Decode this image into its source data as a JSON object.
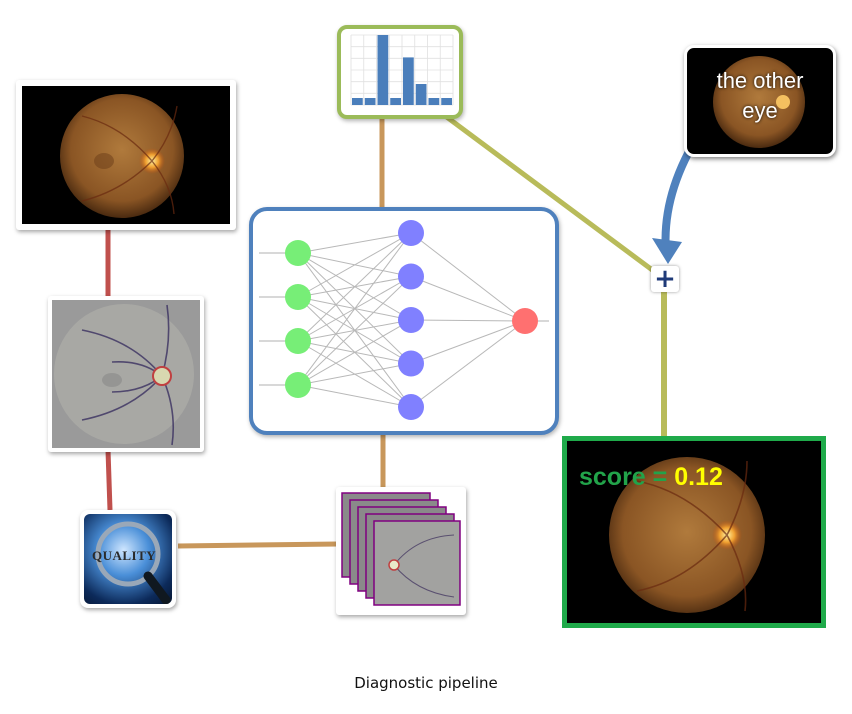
{
  "caption": "Diagnostic pipeline",
  "other_eye_label": "the other eye",
  "score": {
    "label": "score = ",
    "value": "0.12"
  },
  "quality_label": "QUALITY",
  "plus_symbol": "+",
  "colors": {
    "red_connector": "#c0504d",
    "tan_connector": "#c8975b",
    "olive_connector": "#b8bb5a",
    "histogram_border": "#9bbb59",
    "network_border": "#4f81bd",
    "score_border": "#1faa4a",
    "arrow_blue": "#4f81bd",
    "histogram_bars": "#4a7ebb"
  },
  "histogram": [
    0.1,
    0.1,
    1.0,
    0.1,
    0.68,
    0.3,
    0.1,
    0.1
  ],
  "network": {
    "layers": [
      4,
      5,
      1
    ]
  }
}
